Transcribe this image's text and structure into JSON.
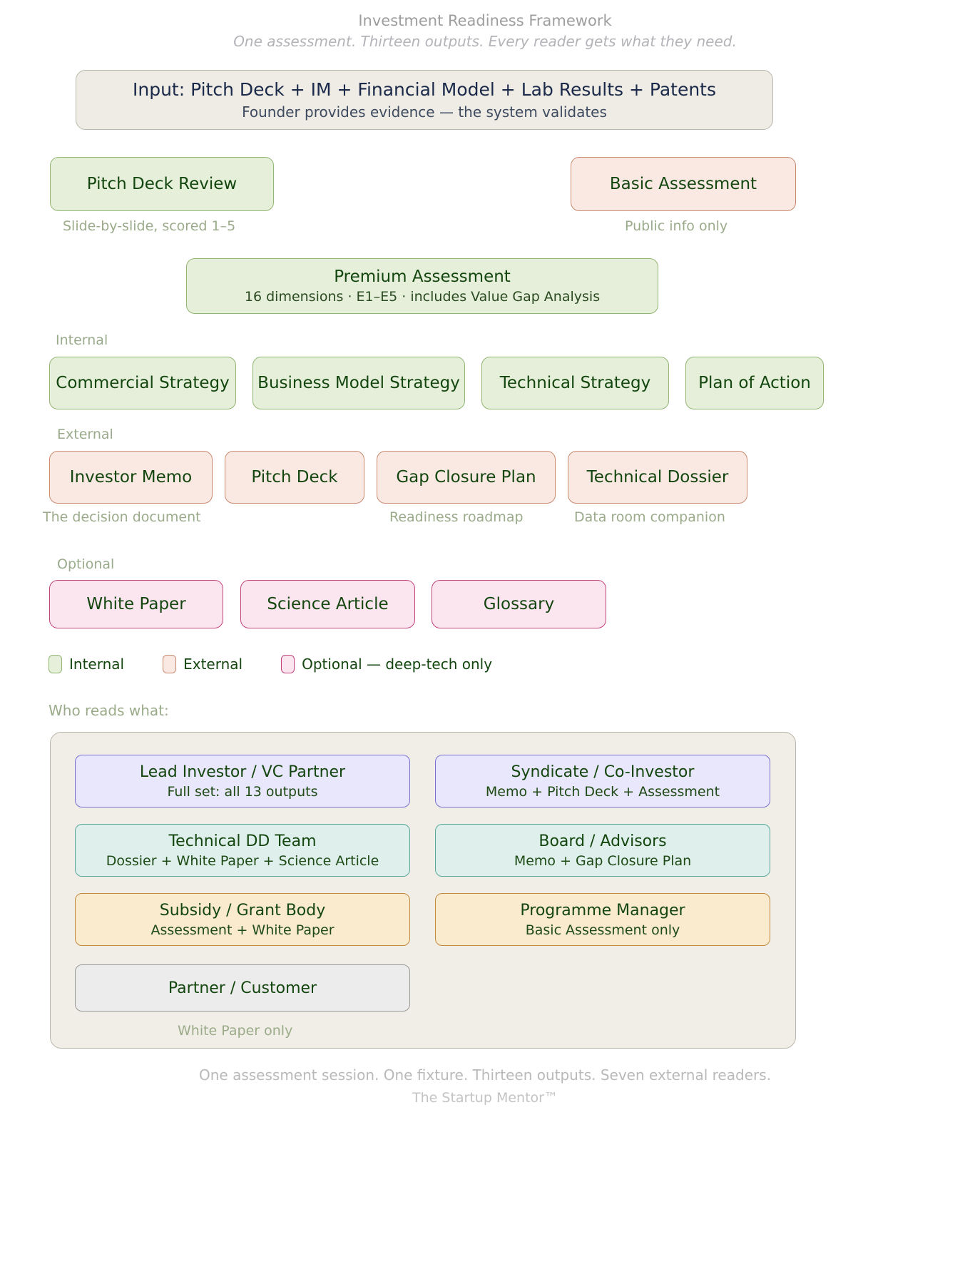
{
  "header": {
    "title": "Investment Readiness Framework",
    "subtitle": "One assessment. Thirteen outputs. Every reader gets what they need."
  },
  "input": {
    "title": "Input: Pitch Deck + IM + Financial Model + Lab Results + Patents",
    "subtitle": "Founder provides evidence — the system validates"
  },
  "assessments": {
    "pitch_deck_review": {
      "label": "Pitch Deck Review",
      "caption": "Slide-by-slide, scored 1–5"
    },
    "basic_assessment": {
      "label": "Basic Assessment",
      "caption": "Public info only"
    },
    "premium_assessment": {
      "label": "Premium Assessment",
      "subtitle": "16 dimensions · E1–E5 · includes Value Gap Analysis"
    }
  },
  "groups": {
    "internal": {
      "label": "Internal",
      "items": [
        {
          "label": "Commercial Strategy"
        },
        {
          "label": "Business Model Strategy"
        },
        {
          "label": "Technical Strategy"
        },
        {
          "label": "Plan of Action"
        }
      ]
    },
    "external": {
      "label": "External",
      "items": [
        {
          "label": "Investor Memo",
          "caption": "The decision document"
        },
        {
          "label": "Pitch Deck",
          "caption": ""
        },
        {
          "label": "Gap Closure Plan",
          "caption": "Readiness roadmap"
        },
        {
          "label": "Technical Dossier",
          "caption": "Data room companion"
        }
      ]
    },
    "optional": {
      "label": "Optional",
      "items": [
        {
          "label": "White Paper"
        },
        {
          "label": "Science Article"
        },
        {
          "label": "Glossary"
        }
      ]
    }
  },
  "legend": {
    "items": [
      {
        "label": "Internal",
        "fill": "#e5efd9",
        "stroke": "#93b575"
      },
      {
        "label": "External",
        "fill": "#fae9e3",
        "stroke": "#c98a72"
      },
      {
        "label": "Optional — deep-tech only",
        "fill": "#fbe5ef",
        "stroke": "#c2437c"
      }
    ]
  },
  "who_reads_what": {
    "title": "Who reads what:",
    "readers": [
      {
        "name": "Lead Investor / VC Partner",
        "gets": "Full set: all 13 outputs",
        "color": "purple"
      },
      {
        "name": "Syndicate / Co-Investor",
        "gets": "Memo + Pitch Deck + Assessment",
        "color": "purple"
      },
      {
        "name": "Technical DD Team",
        "gets": "Dossier + White Paper + Science Article",
        "color": "teal"
      },
      {
        "name": "Board / Advisors",
        "gets": "Memo + Gap Closure Plan",
        "color": "teal"
      },
      {
        "name": "Subsidy / Grant Body",
        "gets": "Assessment + White Paper",
        "color": "tan"
      },
      {
        "name": "Programme Manager",
        "gets": "Basic Assessment only",
        "color": "tan"
      },
      {
        "name": "Partner / Customer",
        "gets": "",
        "color": "grey"
      }
    ],
    "partner_caption": "White Paper only"
  },
  "footer": {
    "line1": "One assessment session. One fixture. Thirteen outputs. Seven external readers.",
    "line2": "The Startup Mentor™"
  }
}
